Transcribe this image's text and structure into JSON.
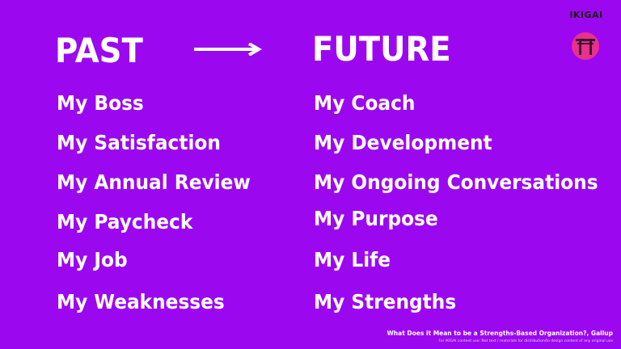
{
  "headings": {
    "past": "PAST",
    "future": "FUTURE"
  },
  "past_items": [
    "My Boss",
    "My Satisfaction",
    "My Annual Review",
    "My Paycheck",
    "My Job",
    "My Weaknesses"
  ],
  "future_items": [
    "My Coach",
    "My Development",
    "My Ongoing Conversations",
    "My Purpose",
    "My Life",
    "My Strengths"
  ],
  "logo": {
    "text": "IKIGAI",
    "icon": "torii-gate-icon"
  },
  "source": "What Does it Mean to be a Strengths-Based Organization?, Gallup",
  "footnote": "For IKIGAI content use: Not text / materials for distribution/to design content of any original use",
  "colors": {
    "background": "#9b08f0",
    "text": "#ffffff",
    "logo_mark": "#e8308c"
  }
}
